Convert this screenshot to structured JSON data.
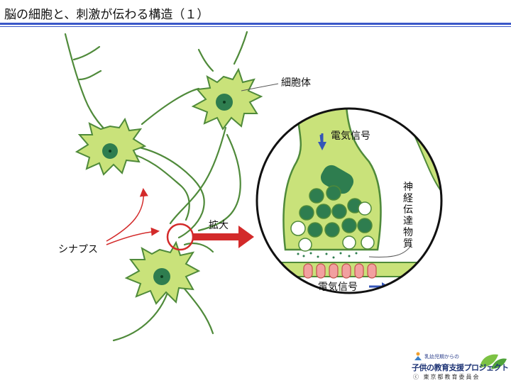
{
  "header": {
    "title": "脳の細胞と、刺激が伝わる構造（１）"
  },
  "labels": {
    "cell_body": "細胞体",
    "synapse": "シナプス",
    "enlarge": "拡大",
    "signal_top": "電気信号",
    "signal_bottom": "電気信号",
    "neurotransmitter": [
      "神",
      "経",
      "伝",
      "達",
      "物",
      "質"
    ]
  },
  "logo": {
    "line1": "乳幼児期からの",
    "line2": "子供の教育支援プロジェクト",
    "line3": "ⓒ 東京都教育委員会"
  },
  "colors": {
    "cell_fill": "#c9e27a",
    "cell_stroke": "#4f8a3a",
    "nucleus": "#2e7d4f",
    "arrow_red": "#d32a2a",
    "signal_blue": "#3556b8",
    "receptor": "#f2a0a0",
    "title_rule": "#3a57c8"
  }
}
